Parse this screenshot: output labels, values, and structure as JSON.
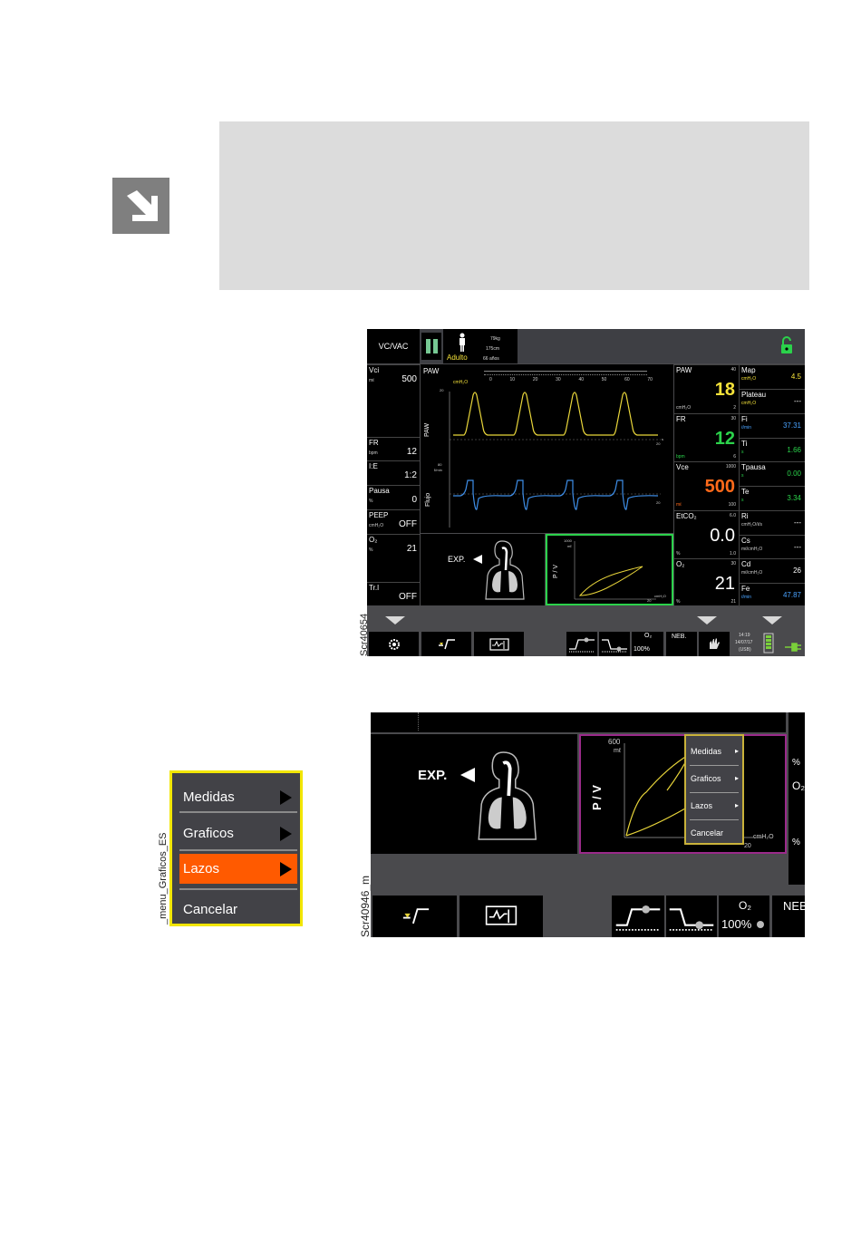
{
  "figure1_label": "Scr40654",
  "figure2_label": "Scr40946_m",
  "menu_side_label": "_menu_Graficos_ES",
  "screen": {
    "mode": "VC/VAC",
    "patient": {
      "type": "Adulto",
      "weight": "79kg",
      "height": "175cm",
      "age": "66 años"
    },
    "left_params": [
      {
        "name": "Vci",
        "unit": "mℓ",
        "value": "500"
      },
      {
        "name": "FR",
        "unit": "bpm",
        "value": "12"
      },
      {
        "name": "I:E",
        "unit": "",
        "value": "1:2"
      },
      {
        "name": "Pausa",
        "unit": "%",
        "value": "0"
      },
      {
        "name": "PEEP",
        "unit": "cmH₂O",
        "value": "OFF"
      },
      {
        "name": "O₂",
        "unit": "%",
        "value": "21"
      },
      {
        "name": "Tr.I",
        "unit": "",
        "value": "OFF"
      }
    ],
    "waveforms": {
      "paw_title": "PAW",
      "paw_unit": "cmH₂O",
      "paw_scale_top": "20",
      "paw_axis": "PAW",
      "flow_axis": "Flujo",
      "flow_unit": "ℓ/min",
      "flow_scale_top": "80",
      "time_end": "20",
      "time_unit": "s",
      "scale_ticks": [
        "0",
        "10",
        "20",
        "30",
        "40",
        "50",
        "60",
        "70"
      ]
    },
    "right_big": [
      {
        "name": "PAW",
        "value": "18",
        "unit": "cmH₂O",
        "hi": "40",
        "lo": "2",
        "color": "#f5e23a"
      },
      {
        "name": "FR",
        "value": "12",
        "unit": "bpm",
        "hi": "30",
        "lo": "6",
        "color": "#2bd24b"
      },
      {
        "name": "Vce",
        "value": "500",
        "unit": "mℓ",
        "hi": "1000",
        "lo": "100",
        "color": "#ff6a1a"
      },
      {
        "name": "EtCO₂",
        "value": "0.0",
        "unit": "%",
        "hi": "6.0",
        "lo": "1.0",
        "color": "#ffffff"
      },
      {
        "name": "O₂",
        "value": "21",
        "unit": "%",
        "hi": "30",
        "lo": "21",
        "color": "#ffffff"
      }
    ],
    "right_small": [
      {
        "name": "Map",
        "unit": "cmH₂O",
        "value": "4.5",
        "color": "#f5e23a"
      },
      {
        "name": "Plateau",
        "unit": "cmH₂O",
        "value": "---",
        "color": "#ffffff"
      },
      {
        "name": "Fi",
        "unit": "ℓ/min",
        "value": "37.31",
        "color": "#4aa3ff"
      },
      {
        "name": "Ti",
        "unit": "s",
        "value": "1.66",
        "color": "#2bd24b"
      },
      {
        "name": "Tpausa",
        "unit": "s",
        "value": "0.00",
        "color": "#2bd24b"
      },
      {
        "name": "Te",
        "unit": "s",
        "value": "3.34",
        "color": "#2bd24b"
      },
      {
        "name": "Ri",
        "unit": "cmH₂O/ℓ/s",
        "value": "---",
        "color": "#ffffff"
      },
      {
        "name": "Cs",
        "unit": "mℓ/cmH₂O",
        "value": "---",
        "color": "#ffffff"
      },
      {
        "name": "Cd",
        "unit": "mℓ/cmH₂O",
        "value": "26",
        "color": "#ffffff"
      },
      {
        "name": "Fe",
        "unit": "ℓ/min",
        "value": "47.87",
        "color": "#4aa3ff"
      }
    ],
    "exp_label": "EXP.",
    "pv": {
      "axis": "P / V",
      "vol_top": "1000",
      "vol_unit": "mℓ",
      "pres_end": "20",
      "pres_unit": "cmH₂O"
    },
    "bottom": {
      "o2": "O₂",
      "o2_pct": "100%",
      "neb": "NEB.",
      "time": "14:19",
      "date": "14/07/17",
      "usb": "(USB)"
    }
  },
  "menu": {
    "items": [
      "Medidas",
      "Graficos",
      "Lazos",
      "Cancelar"
    ]
  },
  "zoom": {
    "exp_label": "EXP.",
    "pv_axis": "P / V",
    "vol_top": "600",
    "vol_unit": "mℓ",
    "pres_end": "20",
    "pres_unit": "cmH₂O",
    "popup_items": [
      "Medidas",
      "Graficos",
      "Lazos",
      "Cancelar"
    ],
    "right_pct_1": "%",
    "right_o2": "O₂",
    "right_pct_2": "%",
    "o2": "O₂",
    "o2_pct": "100%",
    "neb": "NEB"
  },
  "colors": {
    "accent_orange": "#ff5a00",
    "menu_border": "#f2e600",
    "loop_border_green": "#2bd24b",
    "loop_border_purple": "#9a2a8a"
  }
}
